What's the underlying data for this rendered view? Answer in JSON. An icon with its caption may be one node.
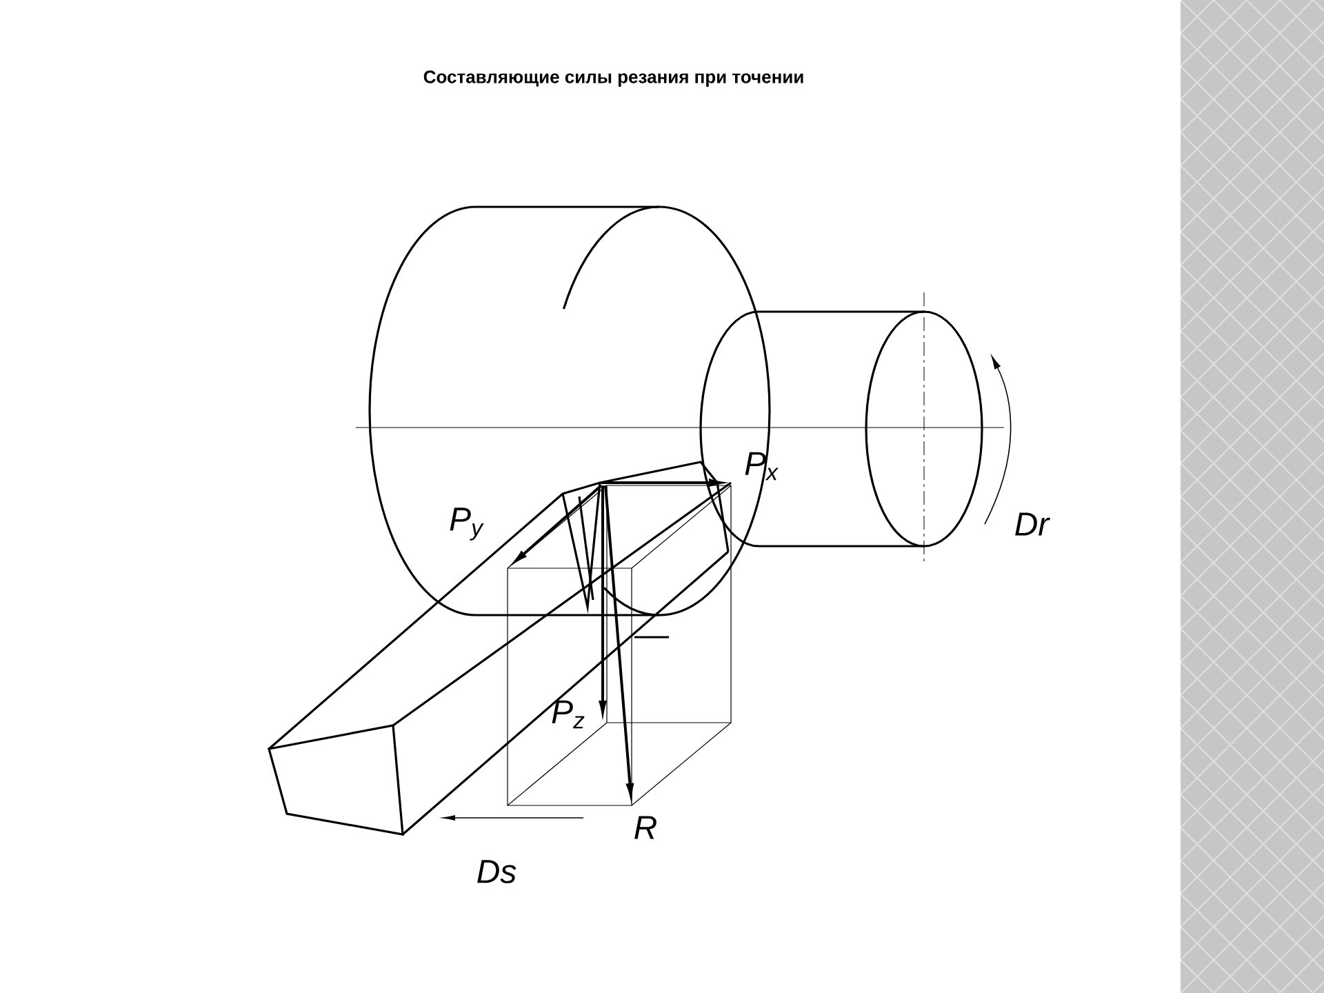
{
  "diagram": {
    "title": "Составляющие силы резания при точении",
    "labels": [
      "P$_{x}$",
      "P$_{y}$",
      "Dr",
      "P$_{z}$",
      "R",
      "Ds"
    ]
  }
}
